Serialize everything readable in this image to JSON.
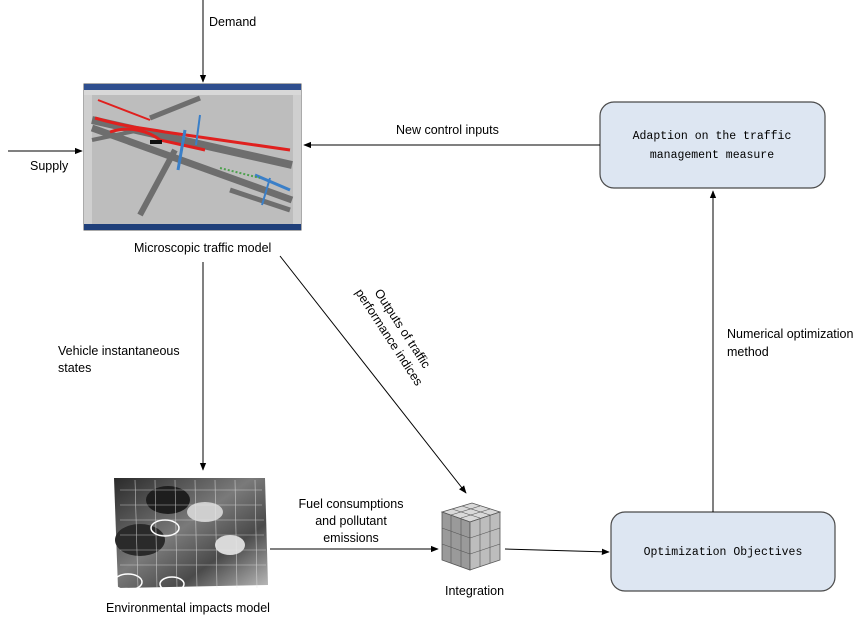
{
  "labels": {
    "demand": "Demand",
    "supply": "Supply",
    "new_control_inputs": "New control inputs",
    "microscopic_model": "Microscopic traffic model",
    "vehicle_states_line1": "Vehicle instantaneous",
    "vehicle_states_line2": "states",
    "outputs_line1": "Outputs of traffic",
    "outputs_line2": "performance indices",
    "numerical_line1": "Numerical optimization",
    "numerical_line2": "method",
    "fuel_line1": "Fuel consumptions",
    "fuel_line2": "and pollutant",
    "fuel_line3": "emissions",
    "environmental_model": "Environmental impacts model",
    "integration": "Integration"
  },
  "boxes": {
    "adaption_line1": "Adaption on the traffic",
    "adaption_line2": "management measure",
    "optimization_objectives": "Optimization Objectives"
  },
  "colors": {
    "box_fill": "#dde6f2",
    "road_red": "#e0201e",
    "road_blue": "#3a7fc8",
    "road_gray": "#6e6e6e",
    "terrain_dark": "#3a3a3a"
  },
  "icons": {
    "traffic_model": "traffic-simulation-screenshot",
    "environment_model": "3d-emission-surface-map",
    "integration": "grid-cube-icon"
  }
}
